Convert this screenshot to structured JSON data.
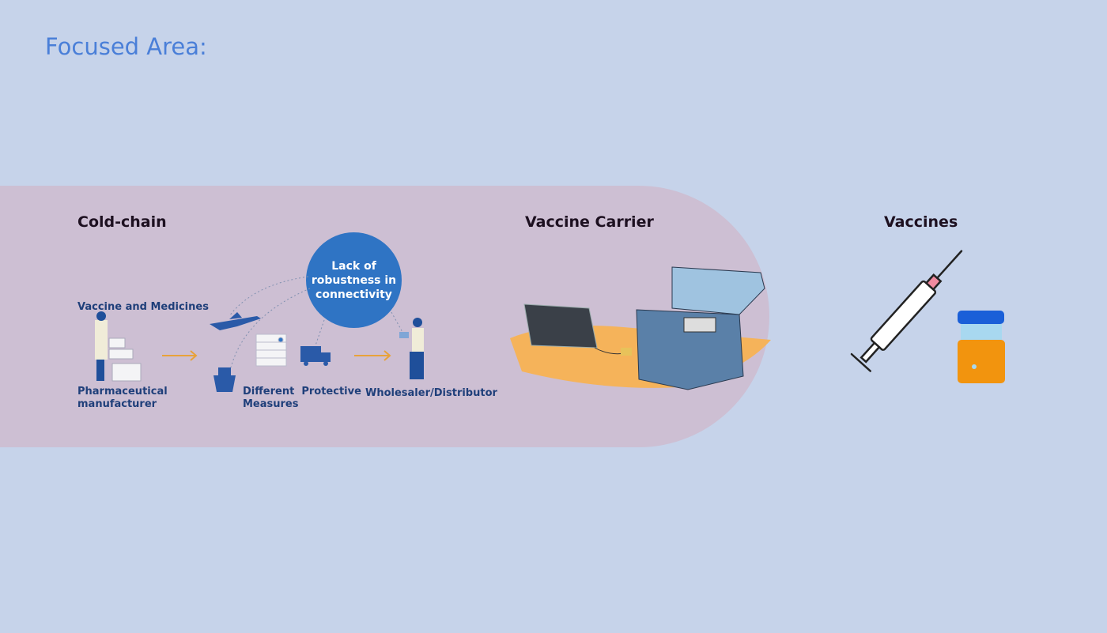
{
  "title": "Focused Area:",
  "sections": {
    "cold_chain": "Cold-chain",
    "vaccine_carrier": "Vaccine Carrier",
    "vaccines": "Vaccines"
  },
  "cold_chain": {
    "source_label": "Vaccine and Medicines",
    "manufacturer": "Pharmaceutical manufacturer",
    "measures": "Different  Protective Measures",
    "distributor": "Wholesaler/Distributor",
    "issue": "Lack of robustness in connectivity"
  },
  "colors": {
    "background": "#c6d3ea",
    "band": "#cdbfd3",
    "accent": "#2f74c4",
    "arrow": "#e8a23a"
  }
}
